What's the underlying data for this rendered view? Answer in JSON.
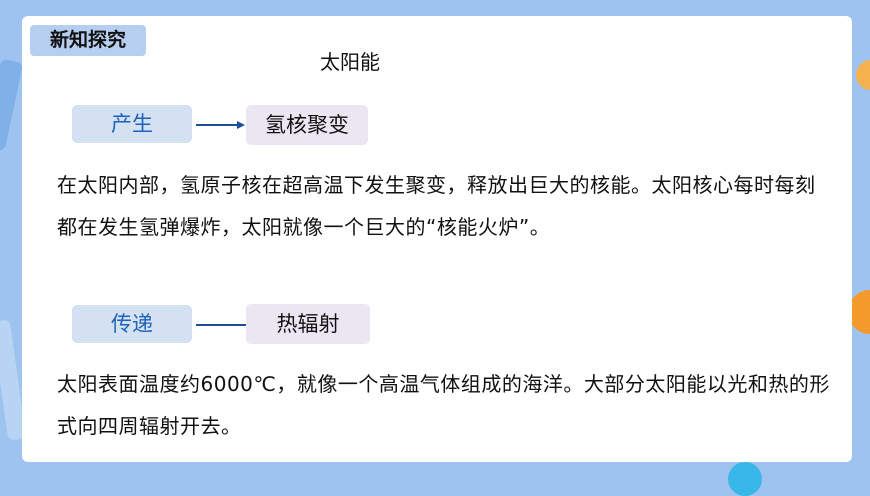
{
  "badge": "新知探究",
  "title": "太阳能",
  "section1": {
    "label": "产生",
    "target": "氢核聚变",
    "text": "在太阳内部，氢原子核在超高温下发生聚变，释放出巨大的核能。太阳核心每时每刻都在发生氢弹爆炸，太阳就像一个巨大的“核能火炉”。"
  },
  "section2": {
    "label": "传递",
    "target": "热辐射",
    "text": "太阳表面温度约6000℃，就像一个高温气体组成的海洋。大部分太阳能以光和热的形式向四周辐射开去。"
  }
}
